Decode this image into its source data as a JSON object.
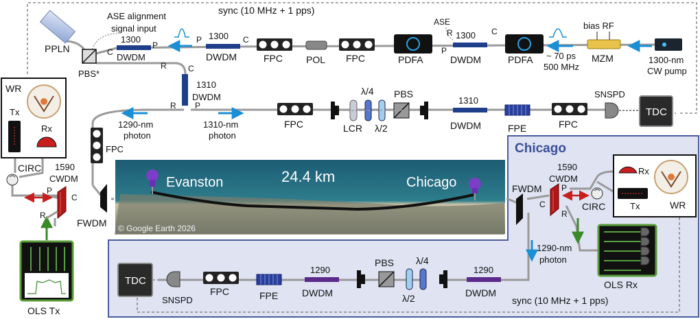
{
  "sync_top": "sync (10 MHz + 1 pps)",
  "sync_bottom": "sync (10 MHz + 1 pps)",
  "ase_alignment": [
    "ASE alignment",
    "signal input"
  ],
  "ase": "ASE",
  "ppln": "PPLN",
  "pbs_star": "PBS*",
  "pbs": "PBS",
  "pol": "POL",
  "fpc": "FPC",
  "pdfa": "PDFA",
  "mzm": "MZM",
  "bias_rf": "bias RF",
  "pump": [
    "1300-nm",
    "CW pump"
  ],
  "pulse_params": [
    "~ 70 ps",
    "500 MHz"
  ],
  "dwdm": "DWDM",
  "dwdm_1300": "1300",
  "dwdm_1310": "1310",
  "dwdm_1290": "1290",
  "cwdm_1590": "1590",
  "cwdm": "CWDM",
  "fwdm": "FWDM",
  "circ": "CIRC",
  "wr": "WR",
  "tx": "Tx",
  "rx": "Rx",
  "lcr": "LCR",
  "lambda4": "λ/4",
  "lambda2": "λ/2",
  "fpe": "FPE",
  "snspd": "SNSPD",
  "tdc": "TDC",
  "photon_1290": [
    "1290-nm",
    "photon"
  ],
  "photon_1310": [
    "1310-nm",
    "photon"
  ],
  "port_c": "C",
  "port_p": "P",
  "port_r": "R",
  "chicago_box_title": "Chicago",
  "map_distance": "24.4 km",
  "map_evanston": "Evanston",
  "map_chicago": "Chicago",
  "map_credit": "© Google Earth 2026",
  "ols_tx": "OLS Tx",
  "ols_rx": "OLS Rx",
  "colors": {
    "dwdm_blue": "#1f3f8a",
    "dwdm_purple": "#5b2a8a",
    "arrow_blue": "#1a8fd6",
    "cwdm_red": "#b01818",
    "ols_green": "#3a7a2a",
    "chicago_box": "#dfe3f2",
    "chicago_title": "#3b4f99"
  }
}
